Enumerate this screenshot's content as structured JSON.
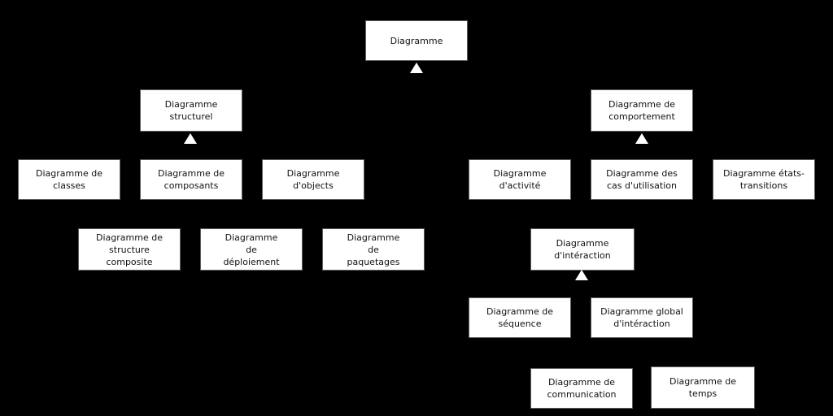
{
  "diagram": {
    "kind": "uml-diagram-taxonomy-tree",
    "colors": {
      "background": "#000000",
      "box_fill": "#ffffff",
      "box_border": "#5e5e5e",
      "text": "#111111",
      "arrowhead": "#ffffff"
    },
    "nodes": {
      "root": {
        "label": "Diagramme"
      },
      "structurel": {
        "label": "Diagramme\nstructurel",
        "parent": "root"
      },
      "comportement": {
        "label": "Diagramme de\ncomportement",
        "parent": "root"
      },
      "classes": {
        "label": "Diagramme de\nclasses",
        "parent": "structurel"
      },
      "composants": {
        "label": "Diagramme de\ncomposants",
        "parent": "structurel"
      },
      "objects": {
        "label": "Diagramme\nd'objects",
        "parent": "structurel"
      },
      "structure_composite": {
        "label": "Diagramme de\nstructure\ncomposite",
        "parent": "structurel"
      },
      "deploiement": {
        "label": "Diagramme\nde\ndéploiement",
        "parent": "structurel"
      },
      "paquetages": {
        "label": "Diagramme\nde\npaquetages",
        "parent": "structurel"
      },
      "activite": {
        "label": "Diagramme\nd'activité",
        "parent": "comportement"
      },
      "cas_utilisation": {
        "label": "Diagramme des\ncas d'utilisation",
        "parent": "comportement"
      },
      "etats_transitions": {
        "label": "Diagramme états-\ntransitions",
        "parent": "comportement"
      },
      "interaction": {
        "label": "Diagramme\nd'intéraction",
        "parent": "comportement"
      },
      "sequence": {
        "label": "Diagramme de\nséquence",
        "parent": "interaction"
      },
      "global_interaction": {
        "label": "Diagramme global\nd'intéraction",
        "parent": "interaction"
      },
      "communication": {
        "label": "Diagramme de\ncommunication",
        "parent": "interaction"
      },
      "temps": {
        "label": "Diagramme de\ntemps",
        "parent": "interaction"
      }
    }
  }
}
